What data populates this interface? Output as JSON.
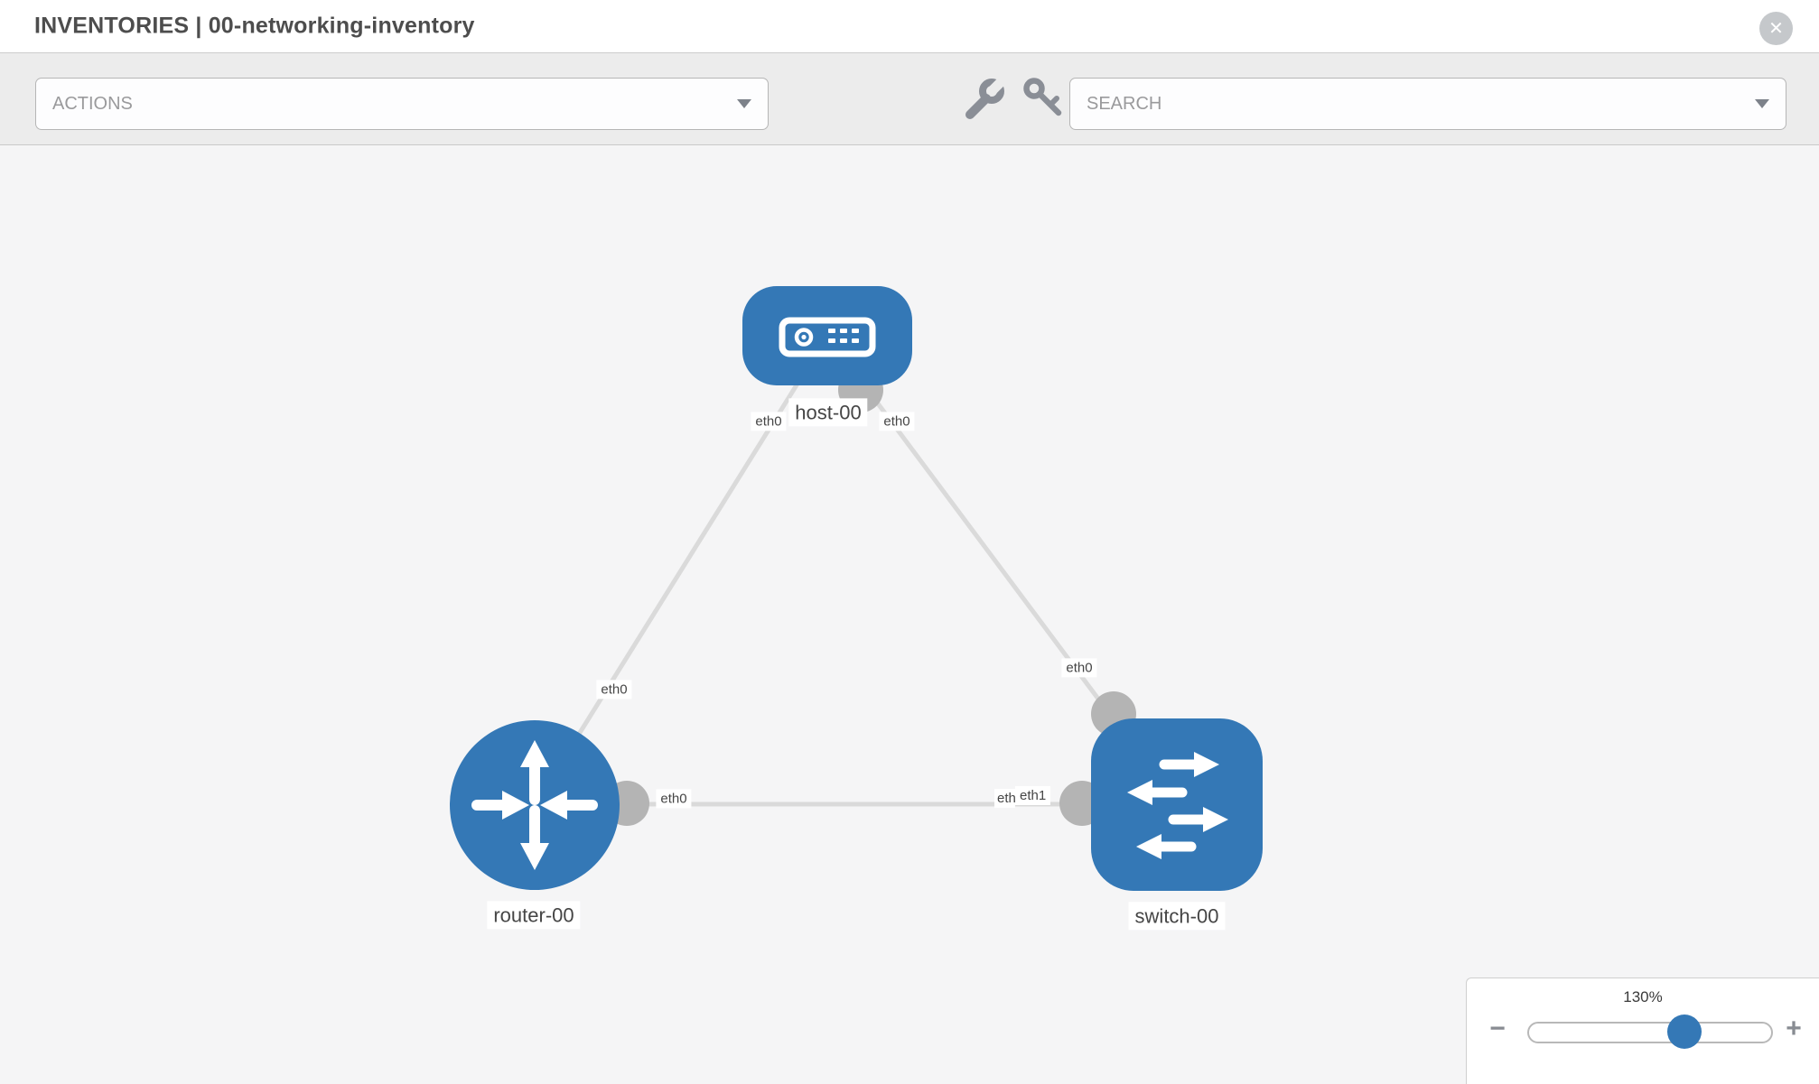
{
  "header": {
    "title": "INVENTORIES | 00-networking-inventory"
  },
  "icons": {
    "close_glyph": "✕",
    "close": "x-circle-icon",
    "wrench": "wrench-icon",
    "key": "key-icon",
    "caret": "caret-down-icon"
  },
  "toolbar": {
    "actions_dropdown": {
      "placeholder": "ACTIONS"
    },
    "search_dropdown": {
      "placeholder": "SEARCH"
    }
  },
  "canvas": {
    "nodes": [
      {
        "id": "host-00",
        "type": "host",
        "label": "host-00"
      },
      {
        "id": "router-00",
        "type": "router",
        "label": "router-00"
      },
      {
        "id": "switch-00",
        "type": "switch",
        "label": "switch-00"
      }
    ],
    "edges": [
      {
        "from": "host-00",
        "to": "router-00",
        "from_label": "eth0",
        "to_label": "eth0"
      },
      {
        "from": "host-00",
        "to": "switch-00",
        "from_label": "eth0",
        "to_label": "eth0"
      },
      {
        "from": "router-00",
        "to": "switch-00",
        "from_label": "eth0",
        "to_label": "eth1",
        "to_label_overlapped": "eth"
      }
    ],
    "colors": {
      "node_blue": "#3478b6",
      "edge_gray": "#dadada",
      "connector_gray": "#b4b4b4"
    }
  },
  "zoom_control": {
    "level": "130%",
    "minus": "−",
    "plus": "+"
  }
}
